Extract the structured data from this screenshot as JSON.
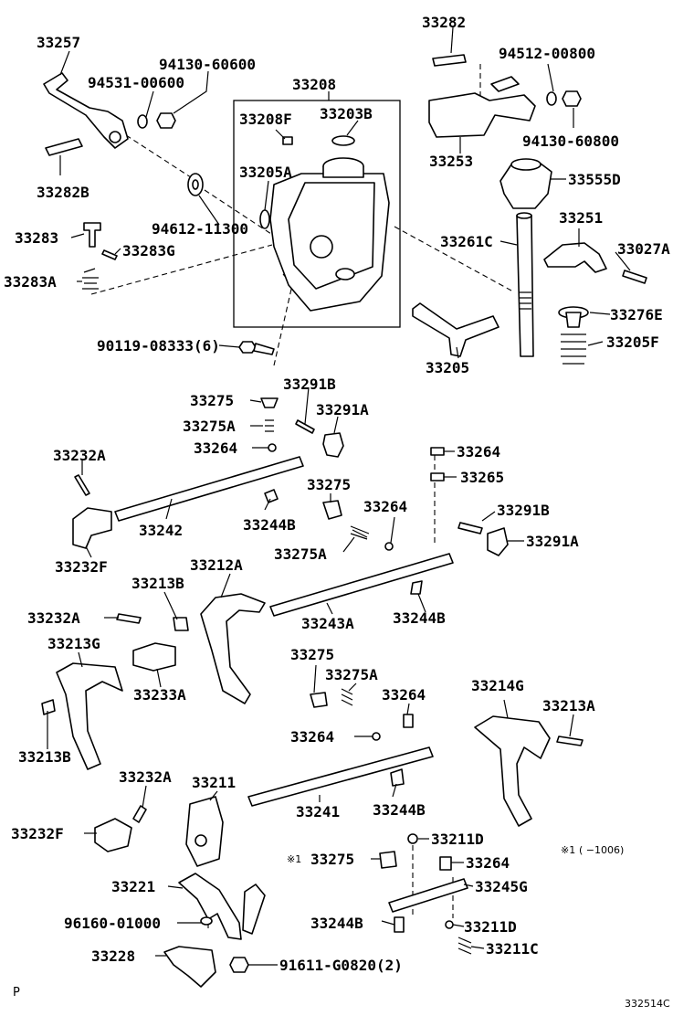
{
  "labels": {
    "p33257": "33257",
    "p94130_60600": "94130-60600",
    "p94531_00600": "94531-00600",
    "p33208": "33208",
    "p33208F": "33208F",
    "p33203B": "33203B",
    "p33282_top": "33282",
    "p94512_00800": "94512-00800",
    "p94130_60800": "94130-60800",
    "p33253": "33253",
    "p33555D": "33555D",
    "p33282B": "33282B",
    "p33205A": "33205A",
    "p94612_11300": "94612-11300",
    "p33283": "33283",
    "p33283G": "33283G",
    "p33283A": "33283A",
    "p33261C": "33261C",
    "p33251": "33251",
    "p33027A": "33027A",
    "p33276E": "33276E",
    "p33205F": "33205F",
    "p90119_08333": "90119-08333(6)",
    "p33205": "33205",
    "p33275_a": "33275",
    "p33291B_a": "33291B",
    "p33275A_a": "33275A",
    "p33291A_a": "33291A",
    "p33264_a": "33264",
    "p33232A_a": "33232A",
    "p33264_b": "33264",
    "p33265": "33265",
    "p33275_b": "33275",
    "p33264_c": "33264",
    "p33242": "33242",
    "p33244B_a": "33244B",
    "p33291B_b": "33291B",
    "p33275A_b": "33275A",
    "p33291A_b": "33291A",
    "p33232F_a": "33232F",
    "p33213B_a": "33213B",
    "p33212A": "33212A",
    "p33232A_b": "33232A",
    "p33243A": "33243A",
    "p33244B_b": "33244B",
    "p33213G": "33213G",
    "p33233A": "33233A",
    "p33275_c": "33275",
    "p33275A_c": "33275A",
    "p33264_d": "33264",
    "p33214G": "33214G",
    "p33213A": "33213A",
    "p33213B_b": "33213B",
    "p33264_e": "33264",
    "p33232A_c": "33232A",
    "p33211": "33211",
    "p33241": "33241",
    "p33244B_c": "33244B",
    "p33232F_b": "33232F",
    "p33211D_a": "33211D",
    "p33275_d": "33275",
    "p33264_f": "33264",
    "p33221": "33221",
    "p33245G": "33245G",
    "p96160_01000": "96160-01000",
    "p33244B_d": "33244B",
    "p33211D_b": "33211D",
    "p33228": "33228",
    "p33211C": "33211C",
    "p91611_G0820": "91611-G0820(2)"
  },
  "markers": {
    "note_mark_left": "※1",
    "note_mark_right": "※1",
    "note_text": "(    −1006)"
  },
  "footer": {
    "corner_letter": "P",
    "illustration_code": "332514C"
  }
}
